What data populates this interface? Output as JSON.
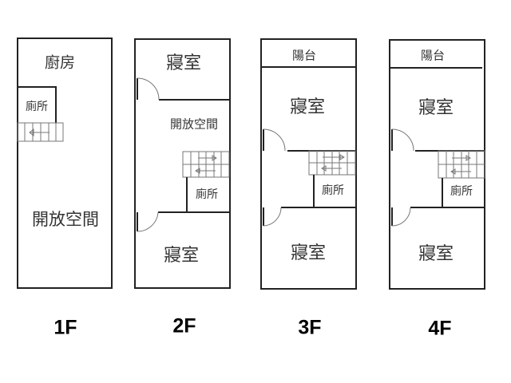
{
  "floors": [
    {
      "label": "1F",
      "rooms": {
        "kitchen": "廚房",
        "toilet": "廁所",
        "open_space": "開放空間"
      }
    },
    {
      "label": "2F",
      "rooms": {
        "bedroom_front": "寢室",
        "open_space": "開放空間",
        "toilet": "廁所",
        "bedroom_back": "寢室"
      }
    },
    {
      "label": "3F",
      "rooms": {
        "balcony": "陽台",
        "bedroom_front": "寢室",
        "toilet": "廁所",
        "bedroom_back": "寢室"
      }
    },
    {
      "label": "4F",
      "rooms": {
        "balcony": "陽台",
        "bedroom_front": "寢室",
        "toilet": "廁所",
        "bedroom_back": "寢室"
      }
    }
  ]
}
